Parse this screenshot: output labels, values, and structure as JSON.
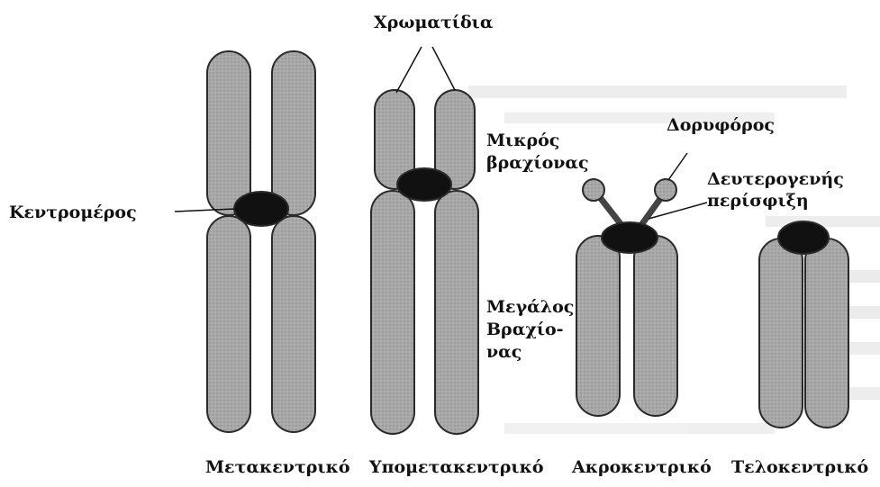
{
  "labels": {
    "chromatids": "Χρωματίδια",
    "centromere": "Κεντρομέρος",
    "short_arm_1": "Μικρός",
    "short_arm_2": "βραχίονας",
    "long_arm_1": "Μεγάλος",
    "long_arm_2": "Βραχίο-",
    "long_arm_3": "νας",
    "satellite": "Δορυφόρος",
    "secondary_constriction_1": "Δευτερογενής",
    "secondary_constriction_2": "περίσφιξη"
  },
  "types": {
    "metacentric": "Μετακεντρικό",
    "submetacentric": "Υπομετακεντρικό",
    "acrocentric": "Ακροκεντρικό",
    "telocentric": "Τελοκεντρικό"
  },
  "colors": {
    "chromatid_fill": "#a6a6a6",
    "chromatid_stroke": "#2a2a2a",
    "centromere_fill": "#111111",
    "text": "#111111"
  }
}
